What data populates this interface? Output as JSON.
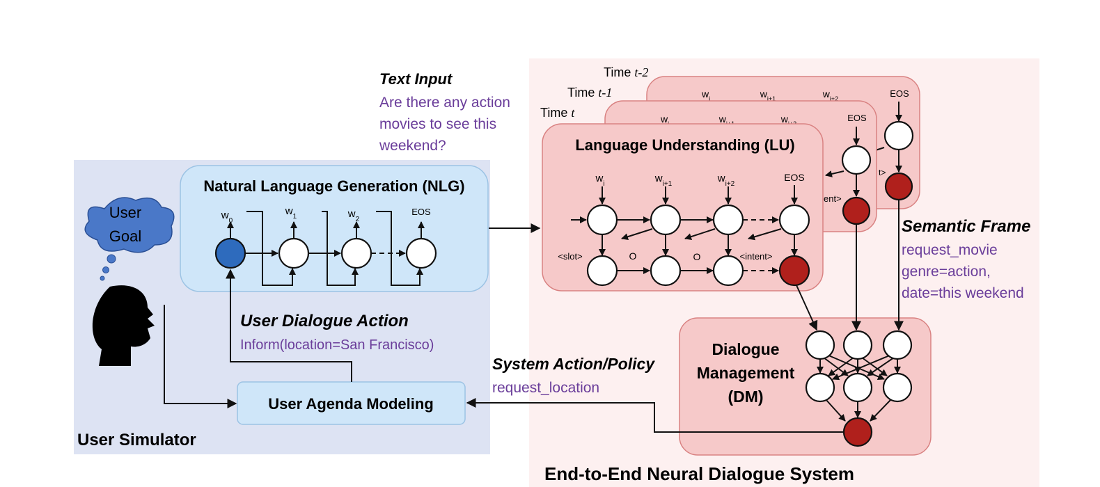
{
  "regions": {
    "user_simulator": "User Simulator",
    "end_to_end": "End-to-End Neural Dialogue System"
  },
  "user_goal": {
    "line1": "User",
    "line2": "Goal"
  },
  "nlg": {
    "title": "Natural Language Generation (NLG)",
    "tokens": [
      "w",
      "w",
      "w",
      "EOS"
    ],
    "token_subs": [
      "0",
      "1",
      "2",
      ""
    ]
  },
  "user_agenda": "User Agenda Modeling",
  "user_dialogue_action": {
    "title": "User Dialogue Action",
    "value": "Inform(location=San Francisco)"
  },
  "text_input": {
    "title": "Text Input",
    "lines": [
      "Are there any action",
      "movies to see this",
      "weekend?"
    ]
  },
  "lu": {
    "title": "Language Understanding (LU)",
    "time_prefix": "Time",
    "times": [
      "t-2",
      "t-1",
      "t"
    ],
    "word_tokens": [
      "w",
      "w",
      "w",
      "EOS"
    ],
    "word_subs": [
      "i",
      "i+1",
      "i+2",
      ""
    ],
    "slot_tags": [
      "<slot>",
      "O",
      "O",
      "<intent>"
    ],
    "back_fragment": "ent>",
    "back_fragment2": "t>"
  },
  "semantic_frame": {
    "title": "Semantic Frame",
    "lines": [
      "request_movie",
      "genre=action,",
      "date=this weekend"
    ]
  },
  "dm": {
    "lines": [
      "Dialogue",
      "Management",
      "(DM)"
    ]
  },
  "system_action": {
    "title": "System Action/Policy",
    "value": "request_location"
  },
  "colors": {
    "user_sim_bg": "#dde3f3",
    "nlg_box": "#cfe6f9",
    "e2e_bg": "#fdf0f0",
    "lu_box": "#f6c9c9",
    "red_node": "#b0201c",
    "blue_node": "#2e6bbd",
    "purple_text": "#6a3d9a"
  }
}
